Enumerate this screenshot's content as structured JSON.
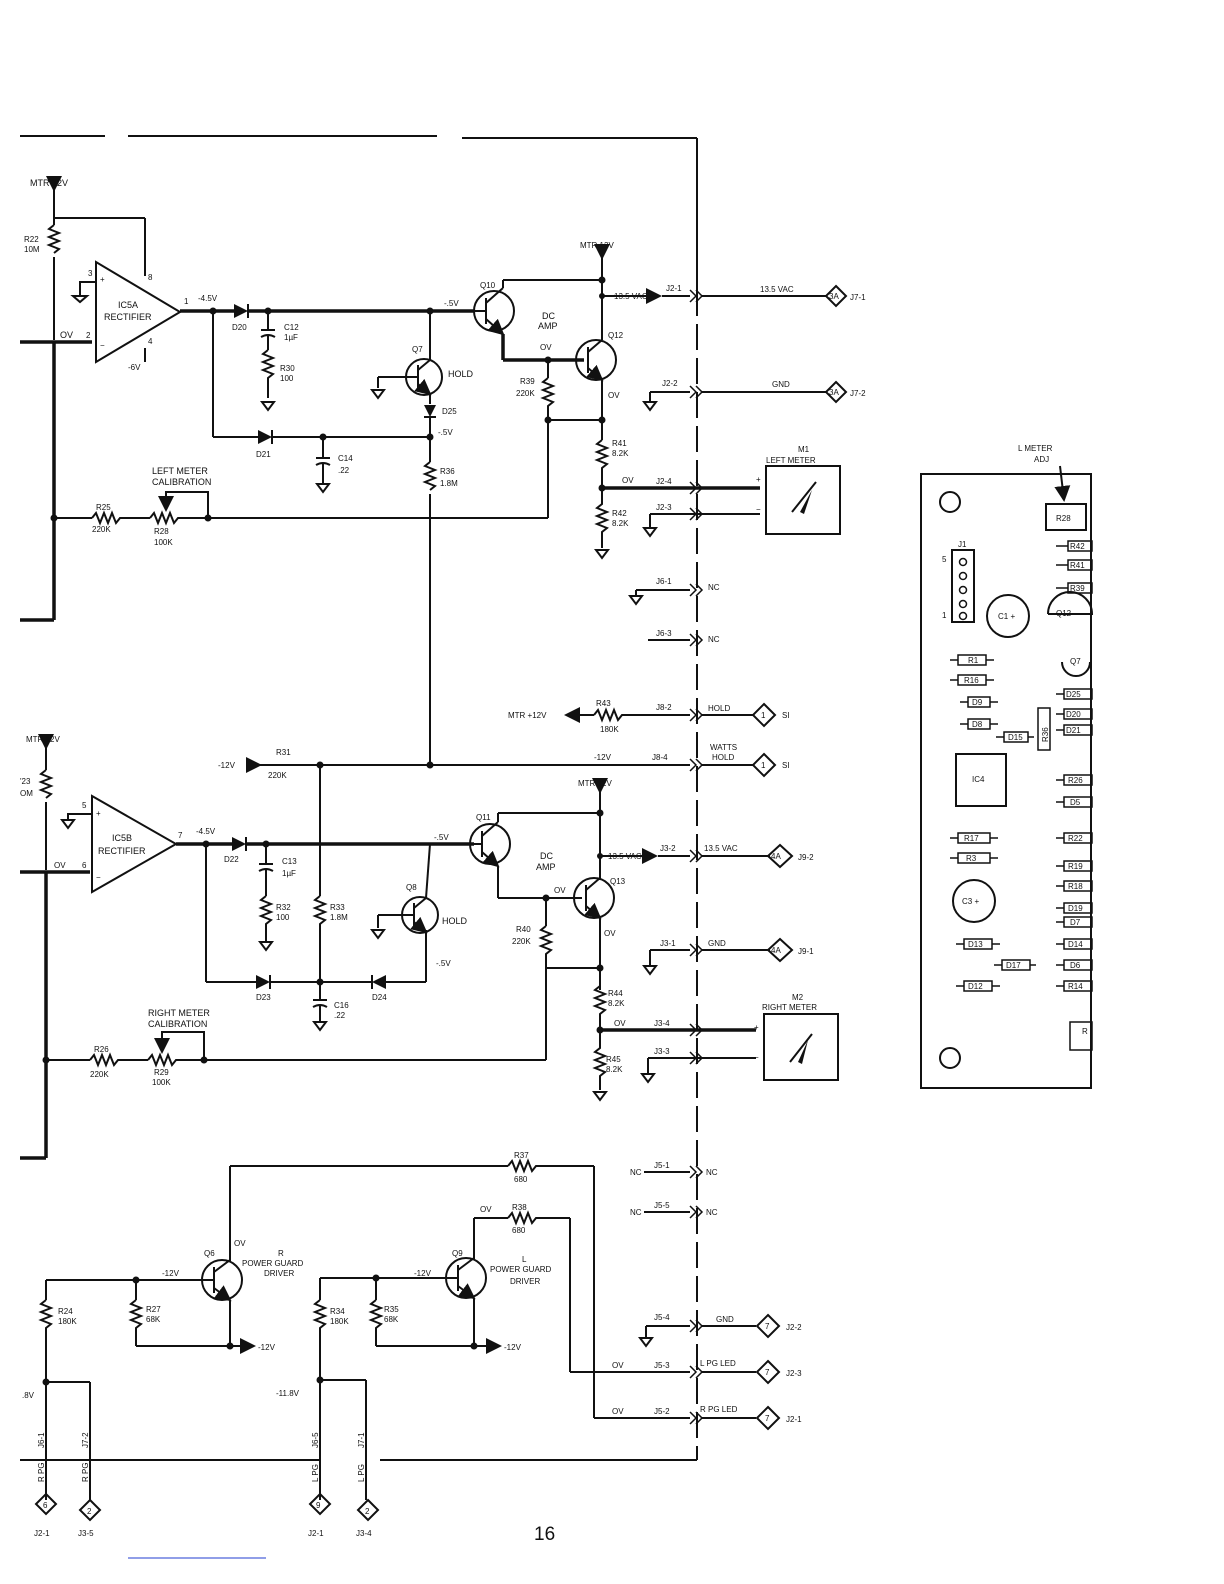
{
  "page": {
    "number": "16"
  },
  "labels": {
    "mtr12v_1": "MTR 12V",
    "mtr12v_2": "MTR 12V",
    "mtr12v_3": "MTR 12V",
    "mtr12v_4": "MTR 12V",
    "r22": "R22",
    "r22v": "10M",
    "r23": "'23",
    "r23v": "OM",
    "ic5a": "IC5A",
    "ic5a_sub": "RECTIFIER",
    "ic5b": "IC5B",
    "ic5b_sub": "RECTIFIER",
    "p3": "3",
    "p8": "8",
    "p2": "2",
    "p4": "4",
    "p1": "1",
    "p5": "5",
    "p6": "6",
    "p7": "7",
    "ov": "OV",
    "m6v": "-6V",
    "m45v_1": "-4.5V",
    "m45v_2": "-4.5V",
    "d20": "D20",
    "d21": "D21",
    "d22": "D22",
    "d23": "D23",
    "d24": "D24",
    "d25": "D25",
    "c12": "C12",
    "c12v": "1µF",
    "c13": "C13",
    "c13v": "1µF",
    "c14": "C14",
    "c14v": ".22",
    "c16": "C16",
    "c16v": ".22",
    "r30": "R30",
    "r30v": "100",
    "r32": "R32",
    "r32v": "100",
    "q7": "Q7",
    "q8": "Q8",
    "q10": "Q10",
    "q11": "Q11",
    "q12": "Q12",
    "q13": "Q13",
    "hold": "HOLD",
    "m5v": "-.5V",
    "dcamp": "DC",
    "dcamp2": "AMP",
    "r39": "R39",
    "r39v": "220K",
    "r40": "R40",
    "r40v": "220K",
    "r36": "R36",
    "r36v": "1.8M",
    "r33": "R33",
    "r33v": "1.8M",
    "r41": "R41",
    "r41v": "8.2K",
    "r42": "R42",
    "r42v": "8.2K",
    "r44": "R44",
    "r44v": "8.2K",
    "r45": "R45",
    "r45v": "8.2K",
    "lmc1": "LEFT METER",
    "lmc2": "CALIBRATION",
    "rmc1": "RIGHT METER",
    "rmc2": "CALIBRATION",
    "r25": "R25",
    "r25v": "220K",
    "r26": "R26",
    "r26v": "220K",
    "r28": "R28",
    "r28v": "100K",
    "r29": "R29",
    "r29v": "100K",
    "r31": "R31",
    "r31v": "220K",
    "m12v": "-12V",
    "vac135": "13.5 VAC",
    "vac135b": "13.5 VAC",
    "j21": "J2-1",
    "j22": "J2-2",
    "j24": "J2-4",
    "j23": "J2-3",
    "j61": "J6-1",
    "j63": "J6-3",
    "j82": "J8-2",
    "j84": "J8-4",
    "j32": "J3-2",
    "j31": "J3-1",
    "j34": "J3-4",
    "j33": "J3-3",
    "j51": "J5-1",
    "j55": "J5-5",
    "j54": "J5-4",
    "j53": "J5-3",
    "j52": "J5-2",
    "gnd": "GND",
    "nc": "NC",
    "m1": "M1",
    "m1name": "LEFT METER",
    "m2": "M2",
    "m2name": "RIGHT METER",
    "r43": "R43",
    "r43v": "180K",
    "mtrp12v": "MTR +12V",
    "holdj": "HOLD",
    "watts": "WATTS",
    "wattshold": "HOLD",
    "si": "SI",
    "one": "1",
    "tag3a": "3A",
    "tag4a": "4A",
    "tag7": "7",
    "tag2": "2",
    "j71": "J7-1",
    "j72": "J7-2",
    "j92": "J9-2",
    "j91": "J9-1",
    "j22r": "J2-2",
    "j23r": "J2-3",
    "j21r": "J2-1",
    "r37": "R37",
    "r37v": "680",
    "r38": "R38",
    "r38v": "680",
    "q6": "Q6",
    "q9": "Q9",
    "rpg1": "R",
    "rpg2": "POWER GUARD",
    "rpg3": "DRIVER",
    "lpg1": "L",
    "lpg2": "POWER GUARD",
    "lpg3": "DRIVER",
    "r24": "R24",
    "r24v": "180K",
    "r27": "R27",
    "r27v": "68K",
    "r34": "R34",
    "r34v": "180K",
    "r35": "R35",
    "r35v": "68K",
    "lpgled": "L PG LED",
    "rpgled": "R PG LED",
    "v8": ".8V",
    "v118": "-11.8V",
    "j61b": "J6-1",
    "j72b": "J7-2",
    "j65": "J6-5",
    "j71b": "J7-1",
    "rpg": "R PG",
    "lpg": "L PG",
    "tag6a": "6",
    "tag9a": "9",
    "bj21": "J2-1",
    "bj35": "J3-5",
    "bj21b": "J2-1",
    "bj34": "J3-4",
    "lmeter": "L METER",
    "adj": "ADJ",
    "b_r28": "R28",
    "b_r42": "R42",
    "b_r41": "R41",
    "b_r39": "R39",
    "b_j1": "J1",
    "b_5": "5",
    "b_1": "1",
    "b_c1": "C1 +",
    "b_q12": "Q12",
    "b_q7": "Q7",
    "b_r1": "R1",
    "b_r16": "R16",
    "b_d9": "D9",
    "b_d8": "D8",
    "b_d15": "D15",
    "b_r36": "R36",
    "b_d25": "D25",
    "b_d20": "D20",
    "b_d21": "D21",
    "b_ic4": "IC4",
    "b_r26": "R26",
    "b_d5": "D5",
    "b_r17": "R17",
    "b_r3": "R3",
    "b_r22": "R22",
    "b_r19": "R19",
    "b_r18": "R18",
    "b_c3": "C3 +",
    "b_d19": "D19",
    "b_d7": "D7",
    "b_d13": "D13",
    "b_d14": "D14",
    "b_d17": "D17",
    "b_d6": "D6",
    "b_d12": "D12",
    "b_r14": "R14",
    "b_r": "R"
  }
}
